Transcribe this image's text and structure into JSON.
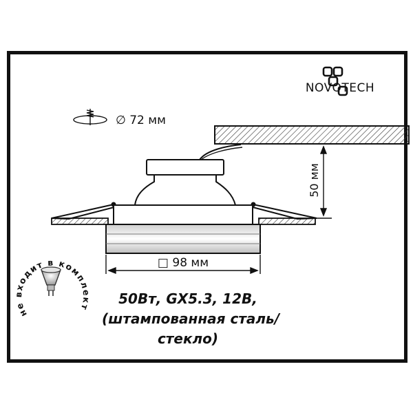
{
  "brand": {
    "logo_text": "NOVOTECH"
  },
  "dimensions": {
    "cutout": "∅ 72 мм",
    "height": "50 мм",
    "width": "□ 98 мм"
  },
  "lamp_note": "не входит в комплект",
  "specs": {
    "line1": "50Вт, GX5.3, 12В,",
    "line2": "(штампованная сталь/",
    "line3": "стекло)"
  }
}
